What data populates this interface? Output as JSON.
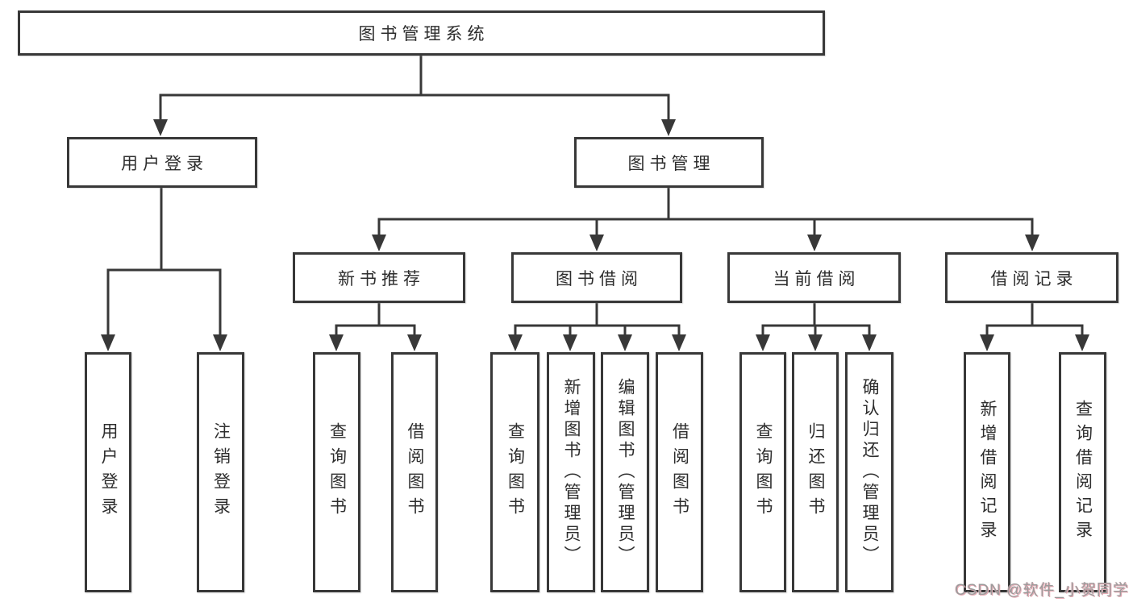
{
  "diagram": {
    "root": "图书管理系统",
    "level2": {
      "user": "用户登录",
      "mgmt": "图书管理"
    },
    "level3": {
      "recommend": "新书推荐",
      "borrow": "图书借阅",
      "current": "当前借阅",
      "records": "借阅记录"
    },
    "leaves": {
      "user": [
        "用户登录",
        "注销登录"
      ],
      "recommend": [
        "查询图书",
        "借阅图书"
      ],
      "borrow": [
        "查询图书",
        "新增图书（管理员）",
        "编辑图书（管理员）",
        "借阅图书"
      ],
      "current": [
        "查询图书",
        "归还图书",
        "确认归还（管理员）"
      ],
      "records": [
        "新增借阅记录",
        "查询借阅记录"
      ]
    }
  },
  "watermark": "CSDN @软件_小贺同学",
  "colors": {
    "line": "#383838",
    "box_border": "#383838",
    "text": "#2d2d2d",
    "watermark_gray": "#9b9b9b",
    "watermark_pink": "#e6aab4",
    "background": "#ffffff"
  }
}
